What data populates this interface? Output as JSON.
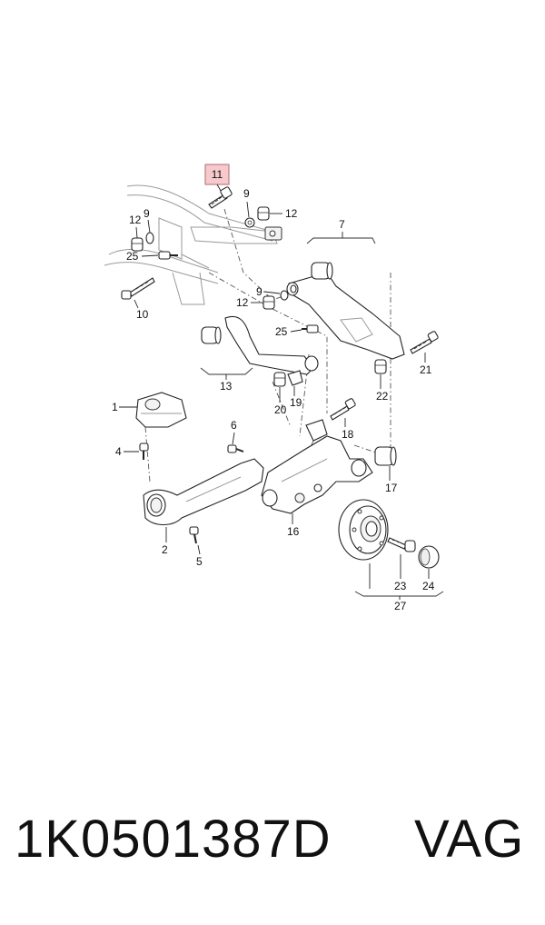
{
  "diagram": {
    "highlight_color": "#f6c9cc",
    "labels": {
      "l1": "1",
      "l2": "2",
      "l4": "4",
      "l5": "5",
      "l6": "6",
      "l7": "7",
      "l9a": "9",
      "l9b": "9",
      "l9c": "9",
      "l10": "10",
      "l11": "11",
      "l12a": "12",
      "l12b": "12",
      "l12c": "12",
      "l13": "13",
      "l16": "16",
      "l17": "17",
      "l18": "18",
      "l19": "19",
      "l20": "20",
      "l21": "21",
      "l22": "22",
      "l23": "23",
      "l24": "24",
      "l25a": "25",
      "l25b": "25",
      "l27": "27"
    }
  },
  "footer": {
    "part_number": "1K0501387D",
    "brand": "VAG"
  }
}
